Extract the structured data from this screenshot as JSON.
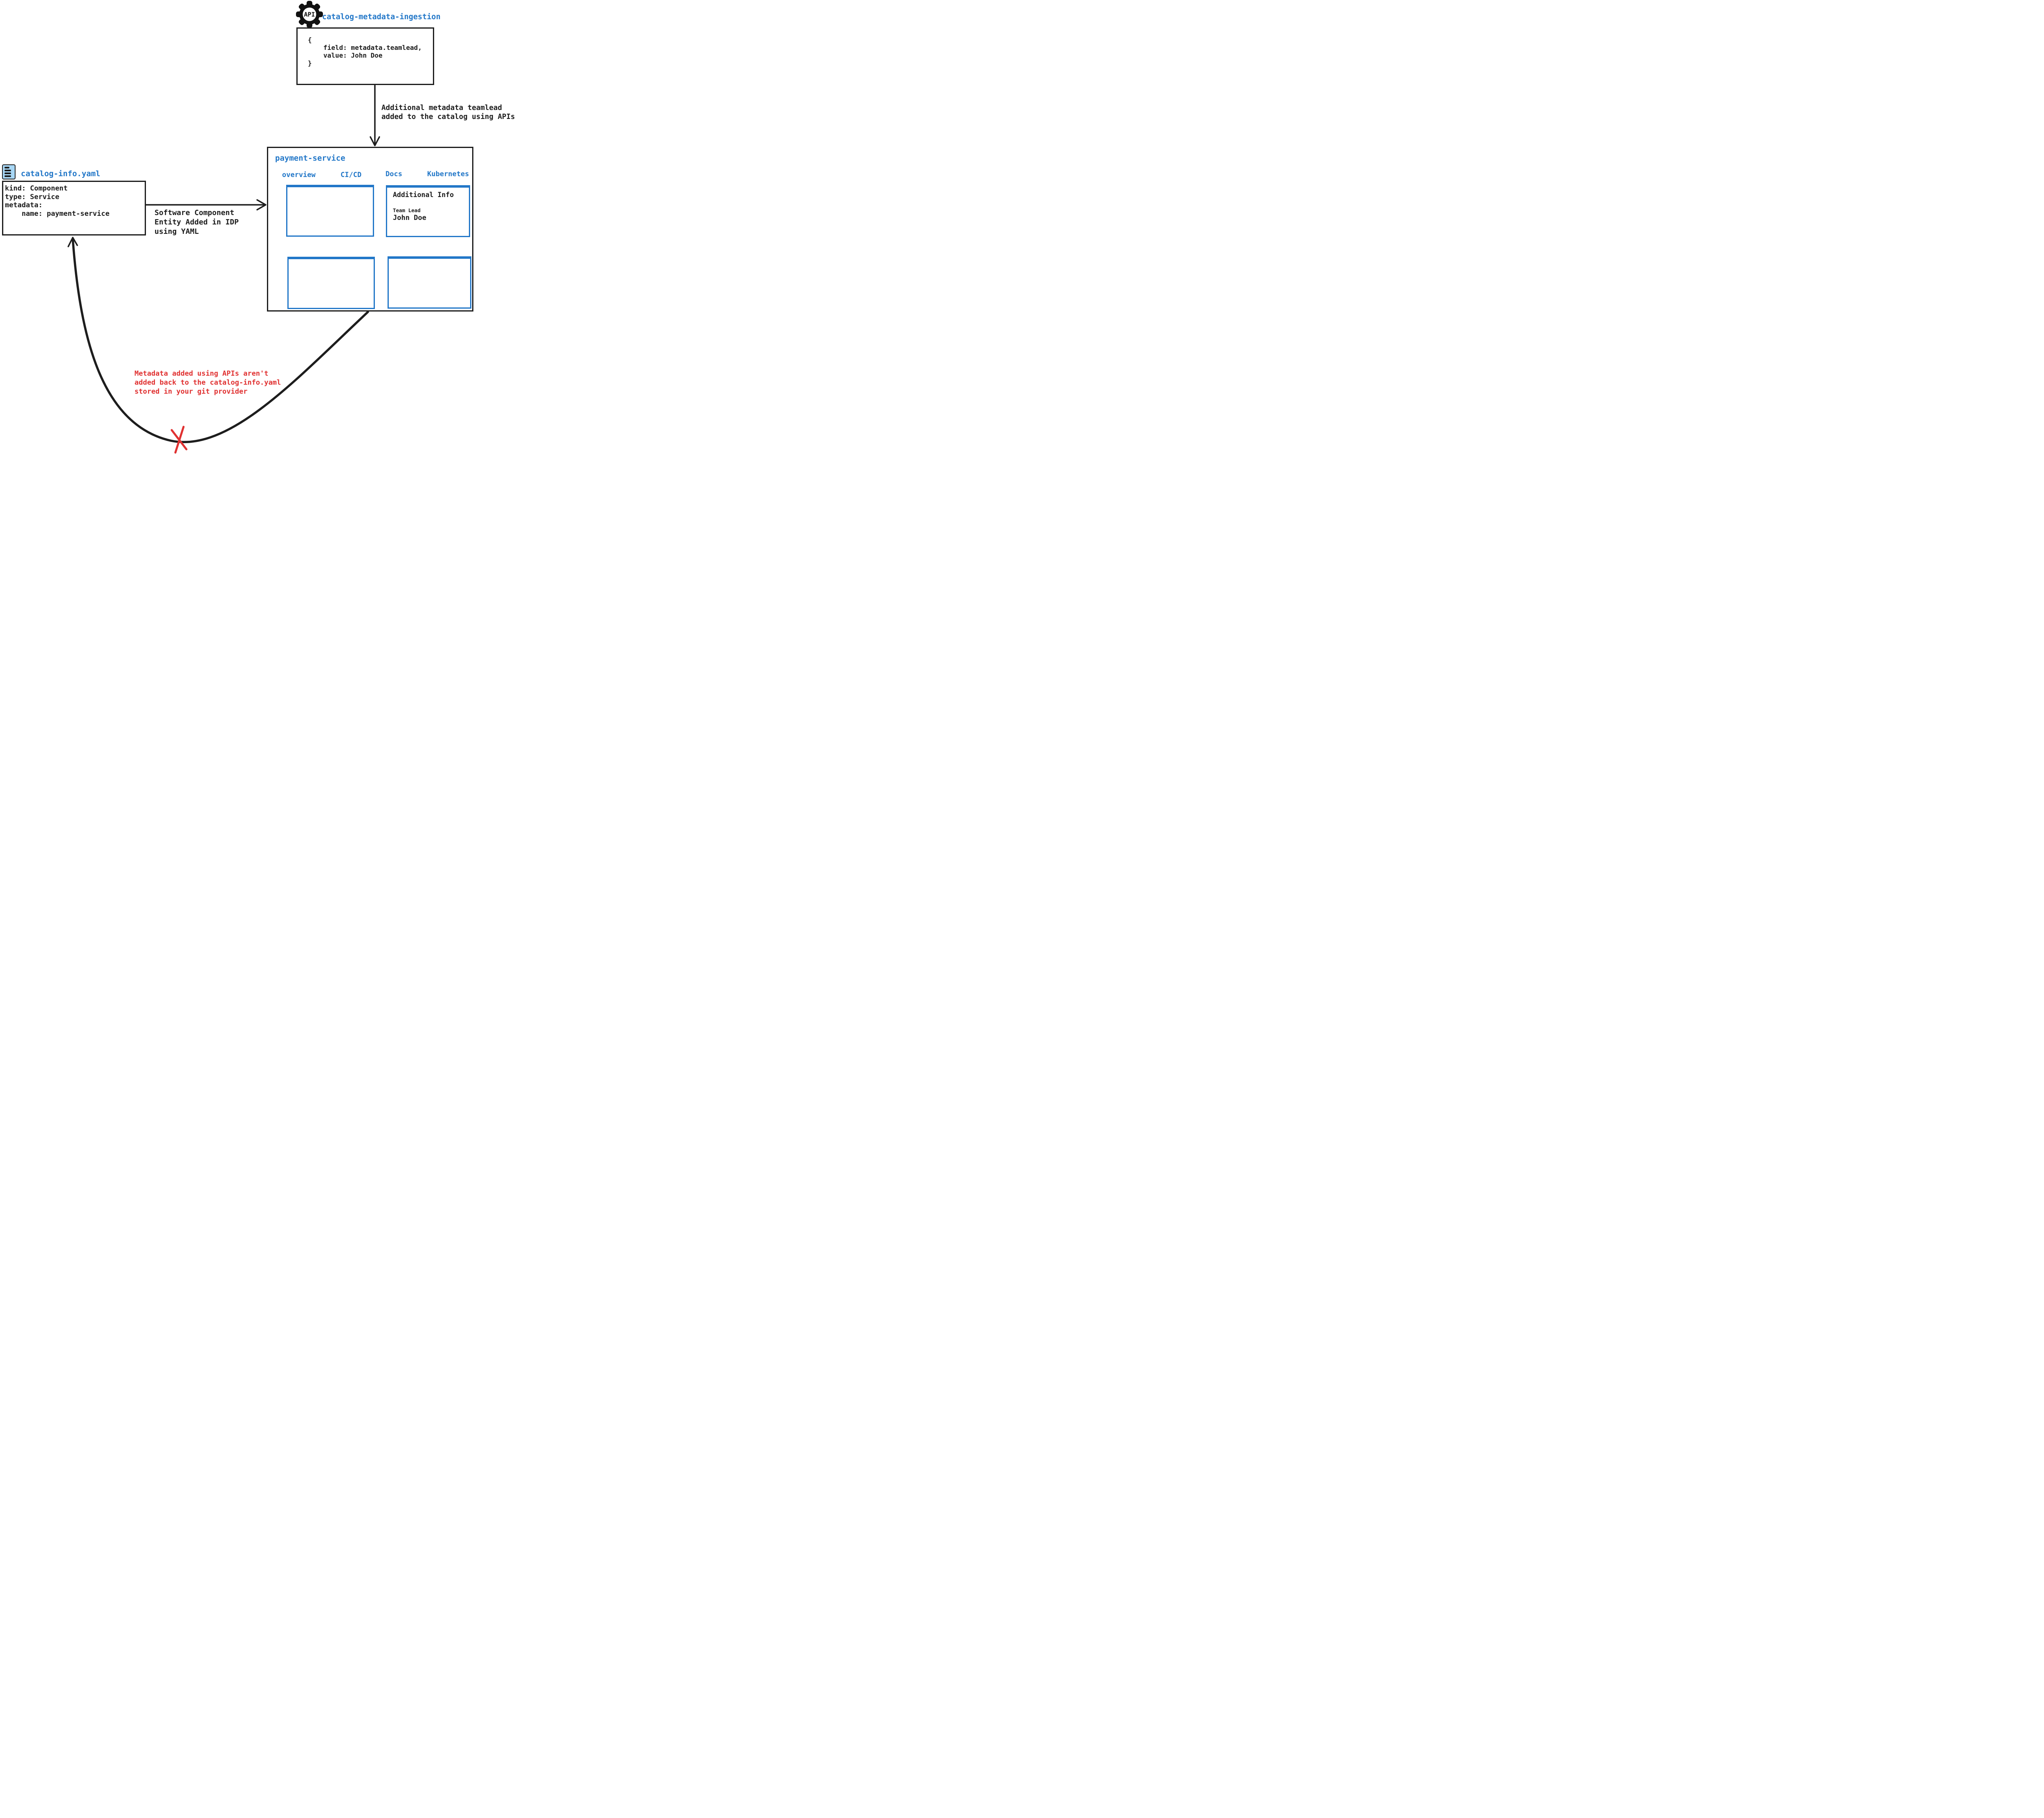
{
  "colors": {
    "accent": "#2277c8",
    "ink": "#1d1d1d",
    "warning_red": "#e03131",
    "file_icon_fill": "#a8d7f5"
  },
  "api_ingestion": {
    "icon_label": "API",
    "title": "catalog-metadata-ingestion",
    "code": {
      "open_brace": "{",
      "field_line": "field: metadata.teamlead,",
      "value_line": "value: John Doe",
      "close_brace": "}"
    }
  },
  "api_arrow_caption": {
    "line1": "Additional metadata teamlead",
    "line2": "added to the catalog using APIs"
  },
  "yaml_source": {
    "title": "catalog-info.yaml",
    "lines": [
      "kind: Component",
      "type: Service",
      "metadata:",
      "    name: payment-service"
    ]
  },
  "yaml_arrow_caption": {
    "line1": "Software Component",
    "line2": "Entity Added in IDP",
    "line3": "using YAML"
  },
  "idp_portal": {
    "title": "payment-service",
    "tabs": [
      "overview",
      "CI/CD",
      "Docs",
      "Kubernetes"
    ],
    "additional_info": {
      "heading": "Additional Info",
      "field_label": "Team Lead",
      "field_value": "John Doe"
    }
  },
  "warning_caption": {
    "line1": "Metadata added using APIs aren't",
    "line2": "added back to the catalog-info.yaml",
    "line3": "stored in your git provider"
  }
}
